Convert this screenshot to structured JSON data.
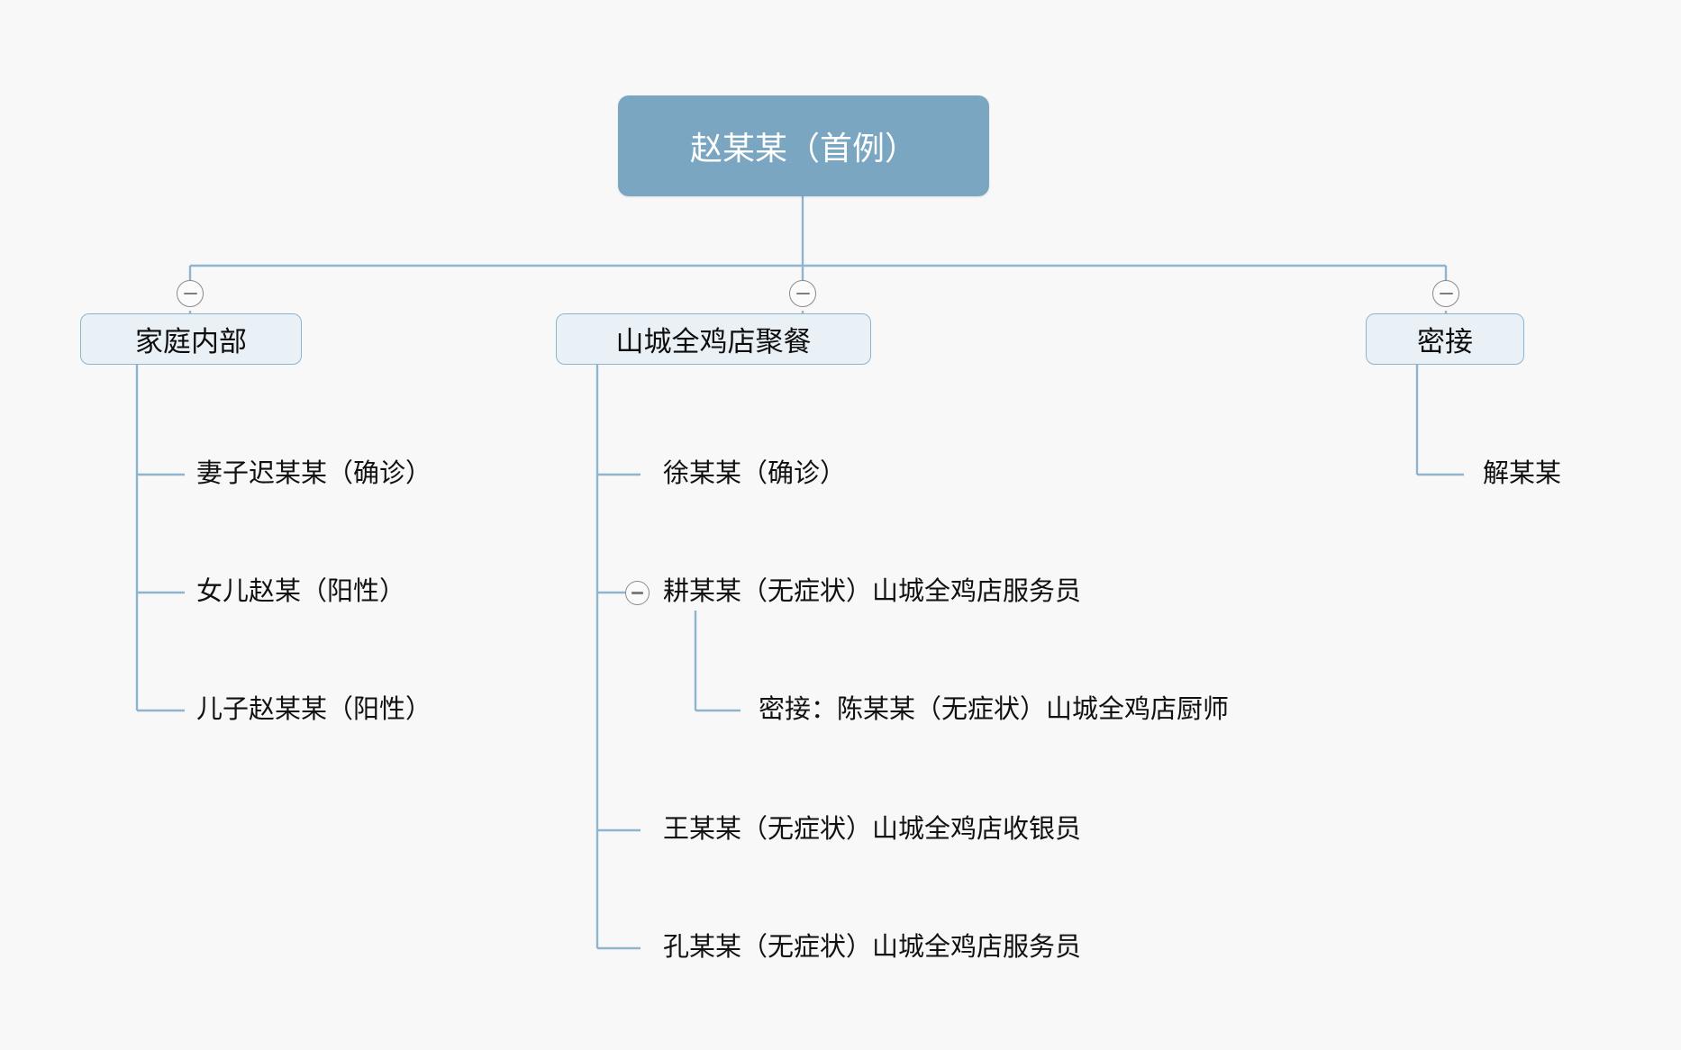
{
  "diagram": {
    "title_text": "赵某某（首例）",
    "background_color": "#f8f8f8",
    "root_fill": "#7aa6c2",
    "branch_fill": "#eaf1f6",
    "branch_border": "#8fb4cd",
    "edge_color": "#8fb4cd",
    "toggle_icon": "minus-circle"
  },
  "root": {
    "label": "赵某某（首例）"
  },
  "branches": {
    "family": {
      "label": "家庭内部",
      "children": [
        {
          "label": "妻子迟某某（确诊）"
        },
        {
          "label": "女儿赵某（阳性）"
        },
        {
          "label": "儿子赵某某（阳性）"
        }
      ]
    },
    "restaurant": {
      "label": "山城全鸡店聚餐",
      "children": [
        {
          "label": "徐某某（确诊）"
        },
        {
          "label": "耕某某（无症状）山城全鸡店服务员",
          "children": [
            {
              "label": "密接：陈某某（无症状）山城全鸡店厨师"
            }
          ]
        },
        {
          "label": "王某某（无症状）山城全鸡店收银员"
        },
        {
          "label": "孔某某（无症状）山城全鸡店服务员"
        }
      ]
    },
    "close_contact": {
      "label": "密接",
      "children": [
        {
          "label": "解某某"
        }
      ]
    }
  }
}
